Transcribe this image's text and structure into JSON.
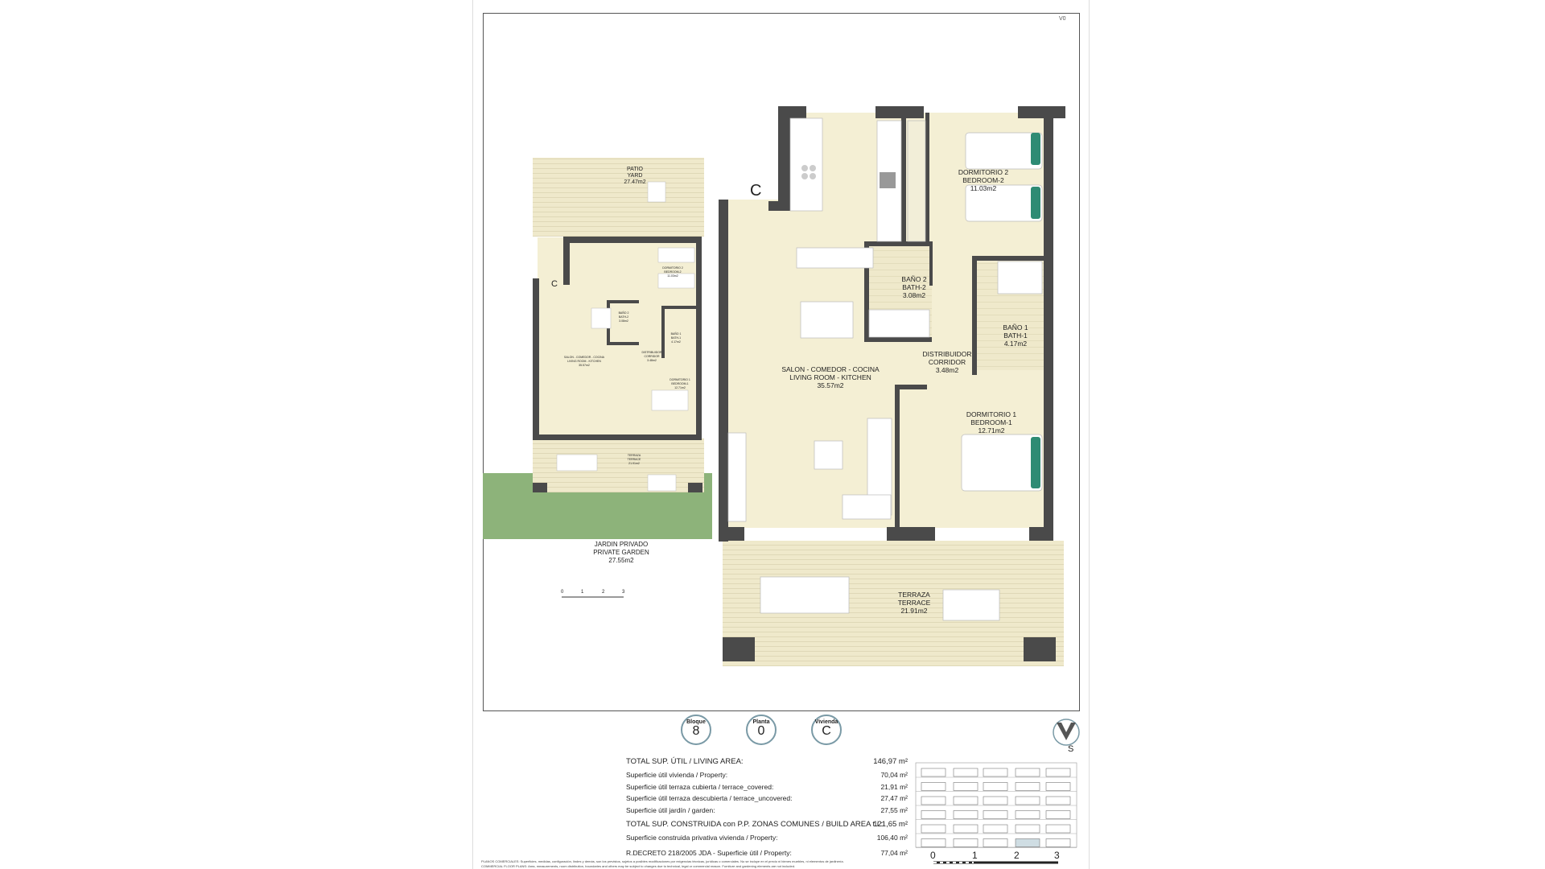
{
  "version": "V0",
  "entry_letter": "C",
  "rooms": {
    "living": [
      "SALON - COMEDOR - COCINA",
      "LIVING ROOM - KITCHEN",
      "35.57m2"
    ],
    "bedroom2": [
      "DORMITORIO 2",
      "BEDROOM-2",
      "11.03m2"
    ],
    "bath2": [
      "BAÑO 2",
      "BATH-2",
      "3.08m2"
    ],
    "bath1": [
      "BAÑO 1",
      "BATH-1",
      "4.17m2"
    ],
    "corridor": [
      "DISTRIBUIDOR",
      "CORRIDOR",
      "3.48m2"
    ],
    "bedroom1": [
      "DORMITORIO 1",
      "BEDROOM-1",
      "12.71m2"
    ],
    "terrace": [
      "TERRAZA",
      "TERRACE",
      "21.91m2"
    ],
    "patio": [
      "PATIO",
      "YARD",
      "27.47m2"
    ],
    "garden": [
      "JARDIN PRIVADO",
      "PRIVATE GARDEN",
      "27.55m2"
    ]
  },
  "scale_labels": [
    "0",
    "1",
    "2",
    "3"
  ],
  "badges": [
    {
      "title": "Bloque",
      "value": "8"
    },
    {
      "title": "Planta",
      "value": "0"
    },
    {
      "title": "Vivienda",
      "value": "C"
    }
  ],
  "compass_label": "S",
  "areas": [
    {
      "label": "TOTAL SUP. ÚTIL / LIVING AREA:",
      "value": "146,97 m²"
    },
    {
      "label": "Superficie útil vivienda / Property:",
      "value": "70,04 m²"
    },
    {
      "label": "Superficie útil terraza cubierta / terrace_covered:",
      "value": "21,91 m²"
    },
    {
      "label": "Superficie útil terraza descubierta / terrace_uncovered:",
      "value": "27,47 m²"
    },
    {
      "label": "Superficie útil jardín / garden:",
      "value": "27,55 m²"
    },
    {
      "label": "TOTAL SUP. CONSTRUIDA con P.P. ZONAS COMUNES / BUILD AREA t.i.:",
      "value": "121,65 m²"
    },
    {
      "label": "Superficie construida privativa vivienda / Property:",
      "value": "106,40 m²"
    },
    {
      "label": "R.DECRETO 218/2005 JDA  -  Superficie útil / Property:",
      "value": "77,04 m²"
    }
  ],
  "disclaimer": [
    "PLANOS COMERCIALES: Superficies, medidas, configuración, lindes y demás, son los previstos, sujetos a posibles modificaciones por exigencias técnicas, jurídicas o comerciales. No se incluye en el precio ni bienes muebles, ni elementos de jardinería.",
    "COMMERCIAL FLOOR PLANS: Area, measurements, room distribution, boundaries and others may be subject to changes due to technical, legal or commercial reason. Furniture and gardening elements are not included."
  ],
  "colors": {
    "floor": "#f4efd4",
    "wall": "#4a4a4a",
    "terrace": "#efe9cb",
    "garden": "#8db37a",
    "accent": "#2e8b74",
    "badge": "#7a9aa6"
  }
}
